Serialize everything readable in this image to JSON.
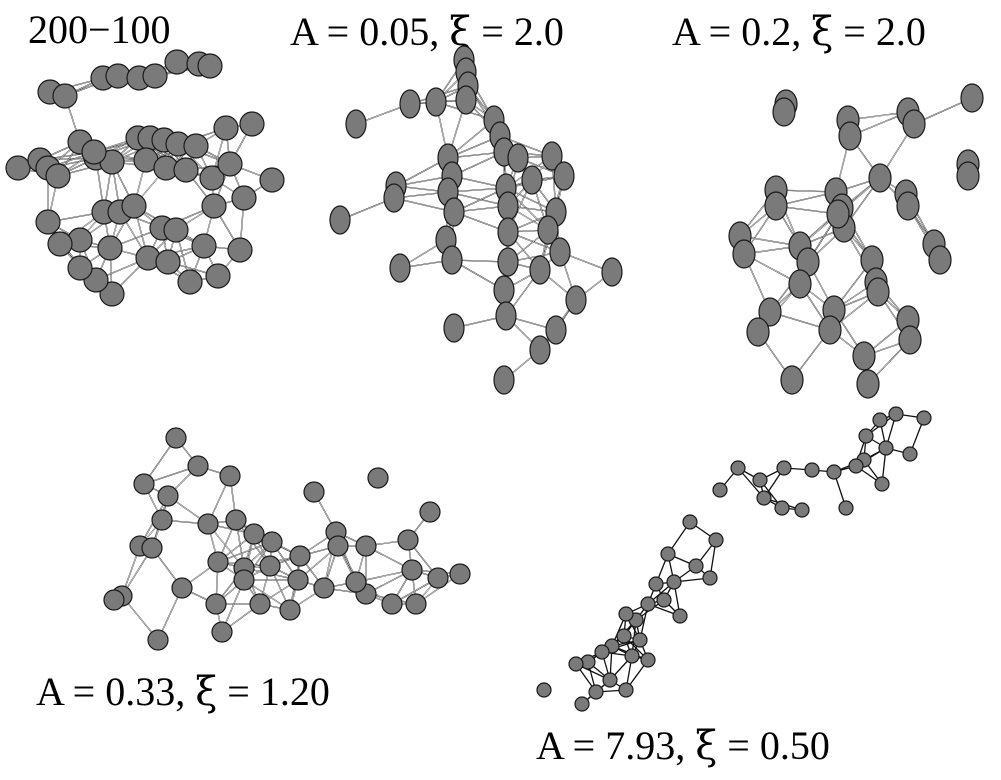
{
  "panels": [
    {
      "id": "p1",
      "label": "200−100"
    },
    {
      "id": "p2",
      "label_a": "A = 0.05,",
      "label_xi": "ξ",
      "label_b": "= 2.0"
    },
    {
      "id": "p3",
      "label_a": "A = 0.2,",
      "label_xi": "ξ",
      "label_b": "= 2.0"
    },
    {
      "id": "p4",
      "label_a": "A = 0.33,",
      "label_xi": "ξ",
      "label_b": "= 1.20"
    },
    {
      "id": "p5",
      "label_a": "A = 7.93,",
      "label_xi": "ξ",
      "label_b": "= 0.50"
    }
  ],
  "colors": {
    "atom_fill": "#7a7a7a",
    "atom_stroke": "#1a1a1a",
    "bond": "#111111"
  }
}
